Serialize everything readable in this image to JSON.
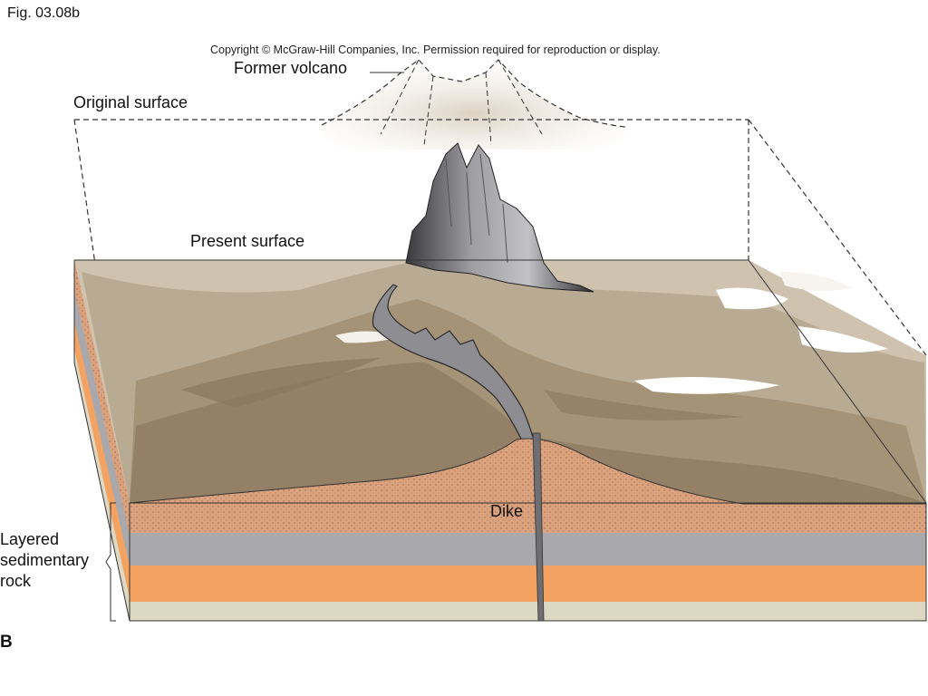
{
  "figure": {
    "label": "Fig. 03.08b",
    "copyright": "Copyright © McGraw-Hill Companies, Inc. Permission required for reproduction or display.",
    "part_label": "B"
  },
  "labels": {
    "former_volcano": "Former volcano",
    "original_surface": "Original surface",
    "present_surface": "Present surface",
    "dike": "Dike",
    "layered_sedimentary_rock": [
      "Layered",
      "sedimentary",
      "rock"
    ]
  },
  "colors": {
    "terrain_brown": "#a49277",
    "terrain_light": "#d6cbb9",
    "sandstone_stipple": "#d9a07c",
    "gray_layer": "#a9a9ad",
    "orange_layer": "#f3a262",
    "cream_layer": "#ddd8c3",
    "volcanic_neck": "#8e8e92",
    "dike": "#6f6f73"
  }
}
